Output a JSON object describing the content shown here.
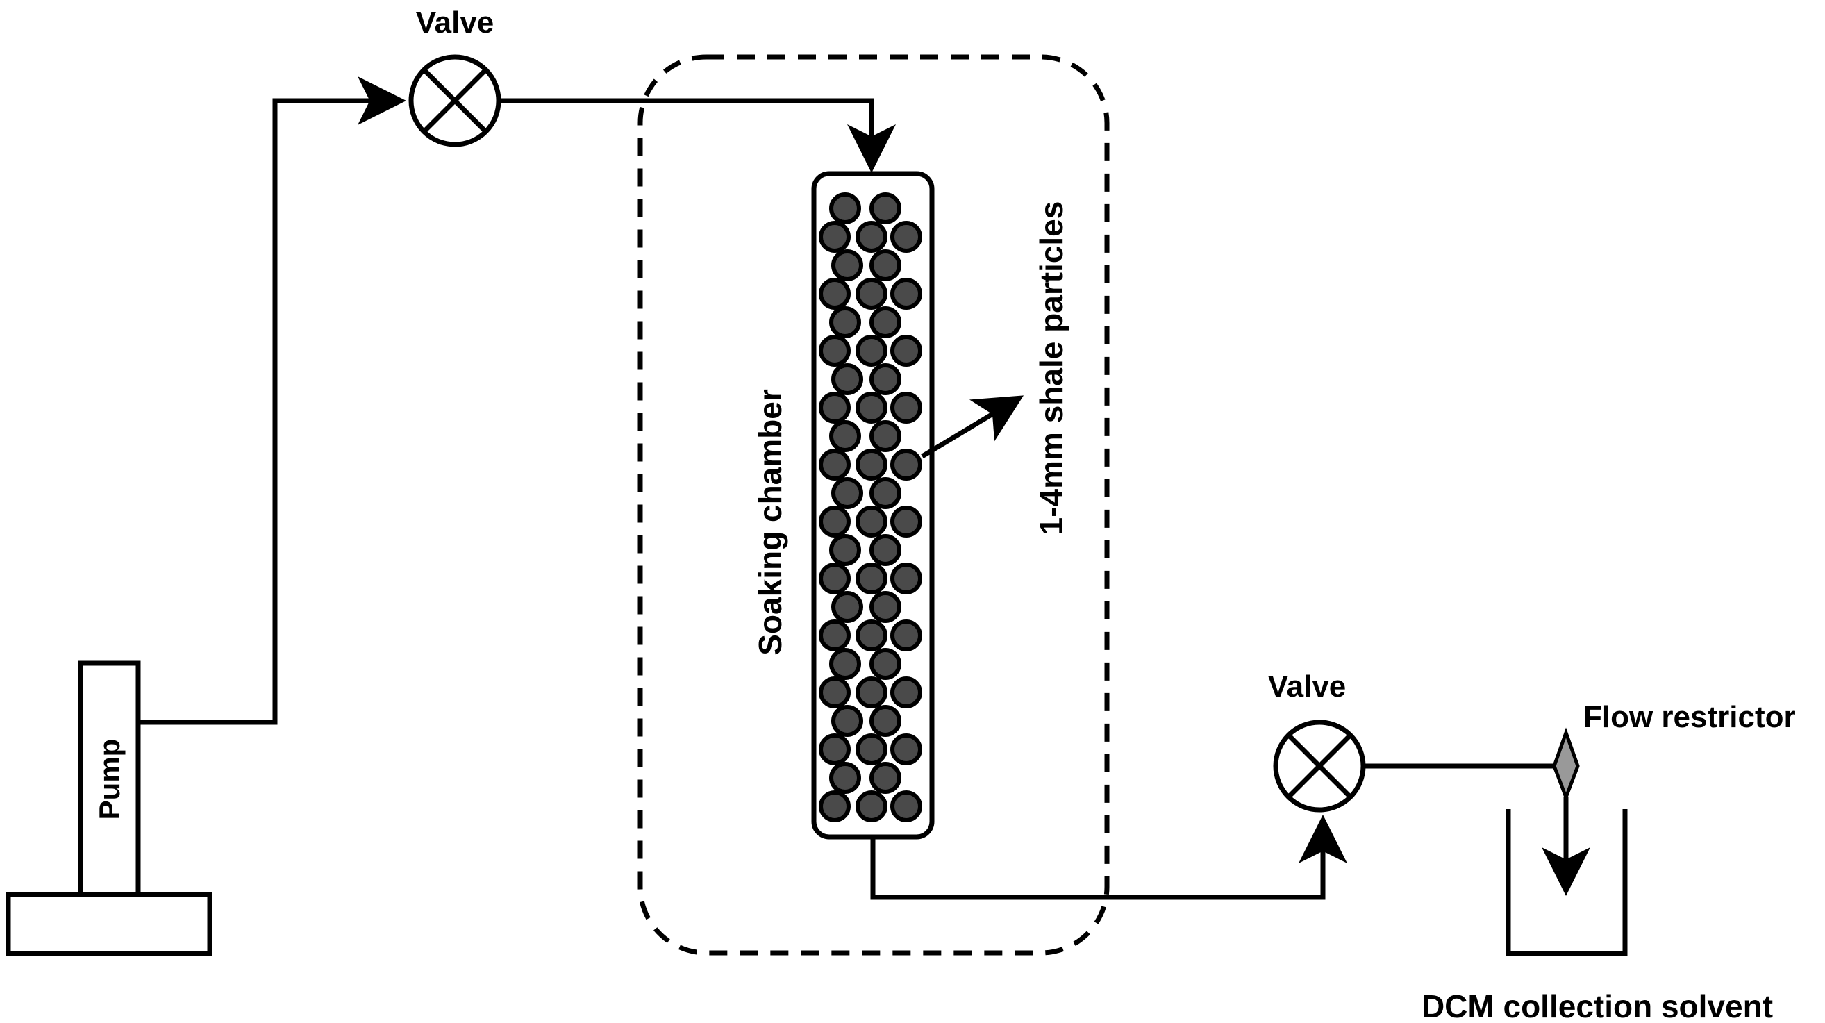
{
  "labels": {
    "valve_top": "Valve",
    "valve_bottom": "Valve",
    "pump": "Pump",
    "soaking_chamber": "Soaking chamber",
    "shale_particles": "1-4mm shale particles",
    "flow_restrictor": "Flow restrictor",
    "collection_solvent": "DCM collection solvent"
  },
  "colors": {
    "line": "#000000",
    "particle_fill": "#4a4a4a",
    "restrictor_fill": "#999999",
    "background": "#ffffff"
  }
}
